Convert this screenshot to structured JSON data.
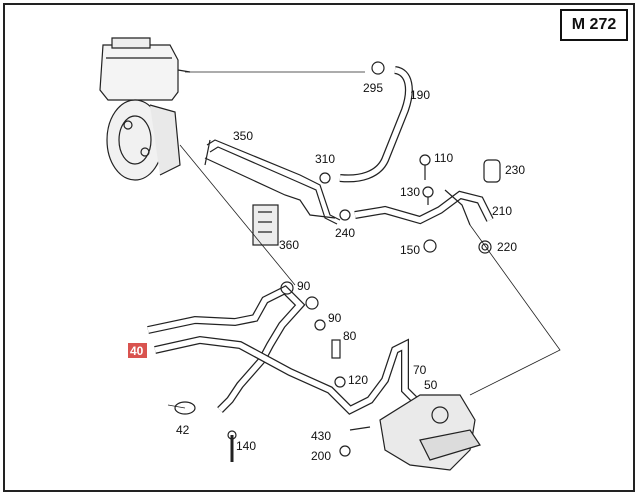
{
  "model": "M 272",
  "highlighted_part": "40",
  "parts": [
    {
      "id": "p295",
      "label": "295"
    },
    {
      "id": "p190",
      "label": "190"
    },
    {
      "id": "p350",
      "label": "350"
    },
    {
      "id": "p310",
      "label": "310"
    },
    {
      "id": "p110",
      "label": "110"
    },
    {
      "id": "p230",
      "label": "230"
    },
    {
      "id": "p130",
      "label": "130"
    },
    {
      "id": "p210",
      "label": "210"
    },
    {
      "id": "p240",
      "label": "240"
    },
    {
      "id": "p360",
      "label": "360"
    },
    {
      "id": "p150",
      "label": "150"
    },
    {
      "id": "p220",
      "label": "220"
    },
    {
      "id": "p90a",
      "label": "90"
    },
    {
      "id": "p90b",
      "label": "90"
    },
    {
      "id": "p80",
      "label": "80"
    },
    {
      "id": "p40",
      "label": "40"
    },
    {
      "id": "p70",
      "label": "70"
    },
    {
      "id": "p50",
      "label": "50"
    },
    {
      "id": "p120",
      "label": "120"
    },
    {
      "id": "p42",
      "label": "42"
    },
    {
      "id": "p430",
      "label": "430"
    },
    {
      "id": "p140",
      "label": "140"
    },
    {
      "id": "p200",
      "label": "200"
    }
  ]
}
